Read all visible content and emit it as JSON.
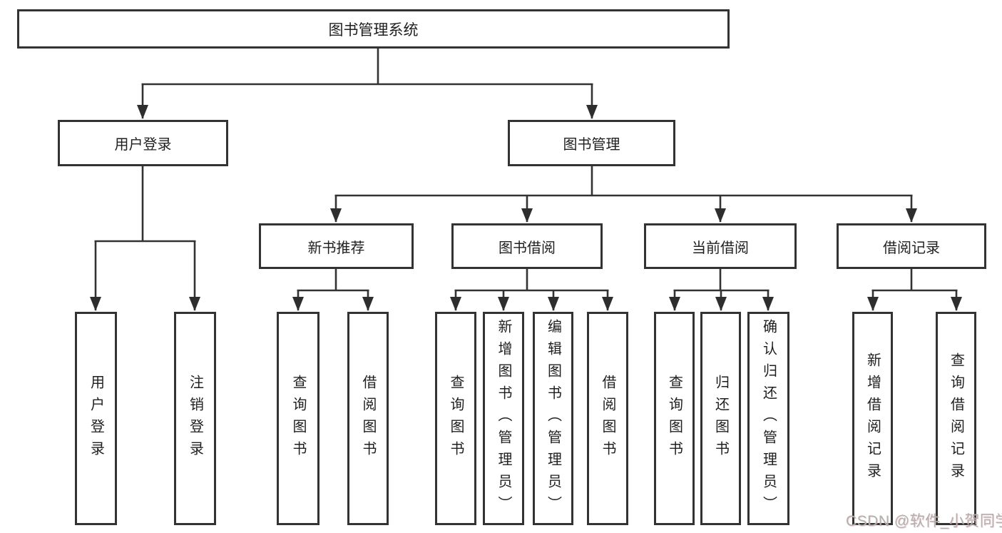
{
  "diagram_title": "图书管理系统",
  "tree": {
    "root": {
      "label": "图书管理系统"
    },
    "children": [
      {
        "label": "用户登录",
        "children": [
          {
            "label": "用户登录"
          },
          {
            "label": "注销登录"
          }
        ]
      },
      {
        "label": "图书管理",
        "children": [
          {
            "label": "新书推荐",
            "children": [
              {
                "label": "查询图书"
              },
              {
                "label": "借阅图书"
              }
            ]
          },
          {
            "label": "图书借阅",
            "children": [
              {
                "label": "查询图书"
              },
              {
                "label": "新增图书（管理员）"
              },
              {
                "label": "编辑图书（管理员）"
              },
              {
                "label": "借阅图书"
              }
            ]
          },
          {
            "label": "当前借阅",
            "children": [
              {
                "label": "查询图书"
              },
              {
                "label": "归还图书"
              },
              {
                "label": "确认归还（管理员）"
              }
            ]
          },
          {
            "label": "借阅记录",
            "children": [
              {
                "label": "新增借阅记录"
              },
              {
                "label": "查询借阅记录"
              }
            ]
          }
        ]
      }
    ]
  },
  "watermark": {
    "text": "CSDN @软件_小贺同学"
  },
  "colors": {
    "background": "#ffffff",
    "line": "#333333",
    "box_border": "#333333",
    "text": "#1f1f1f",
    "watermark": "#b0b0b0"
  }
}
